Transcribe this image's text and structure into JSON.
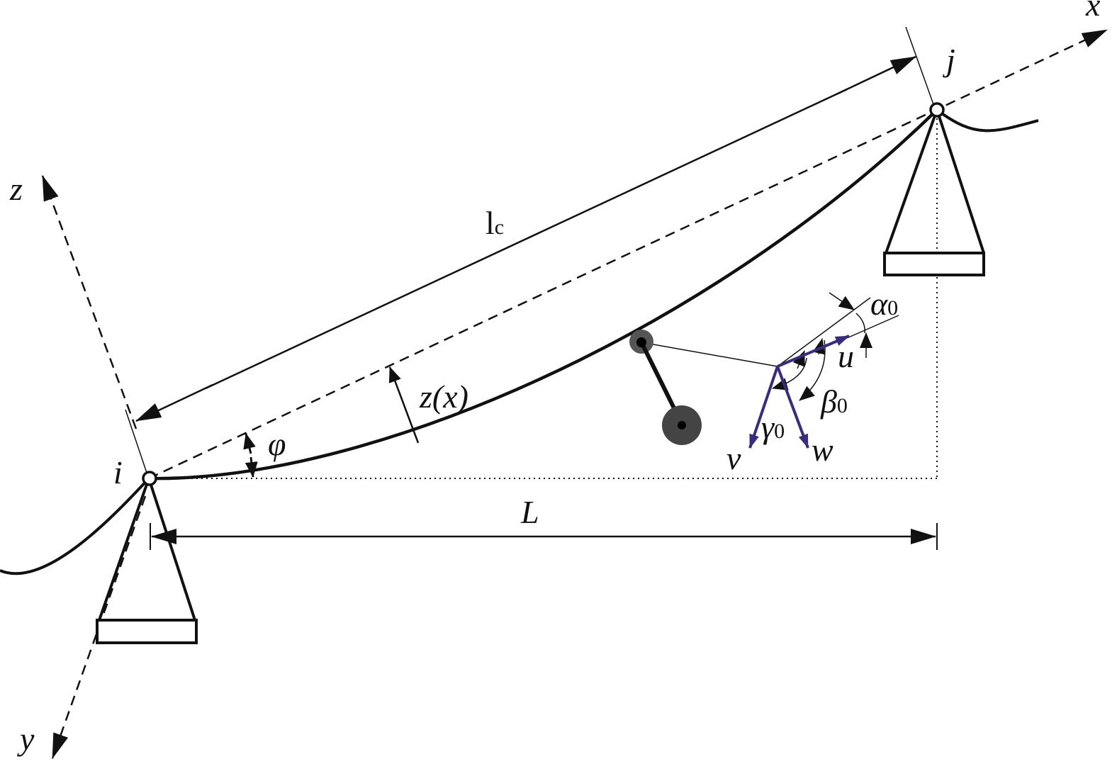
{
  "labels": {
    "x_axis": "x",
    "y_axis": "y",
    "z_axis": "z",
    "node_i": "i",
    "node_j": "j",
    "chord_length": "l",
    "chord_length_sub": "c",
    "sag": "z(x)",
    "inclination": "φ",
    "span": "L",
    "alpha": "α",
    "beta": "β",
    "gamma": "γ",
    "angle_sub": "0",
    "u": "u",
    "v": "v",
    "w": "w"
  },
  "colors": {
    "line": "#111111",
    "vector": "#3a2a80",
    "mass": "#444444"
  }
}
